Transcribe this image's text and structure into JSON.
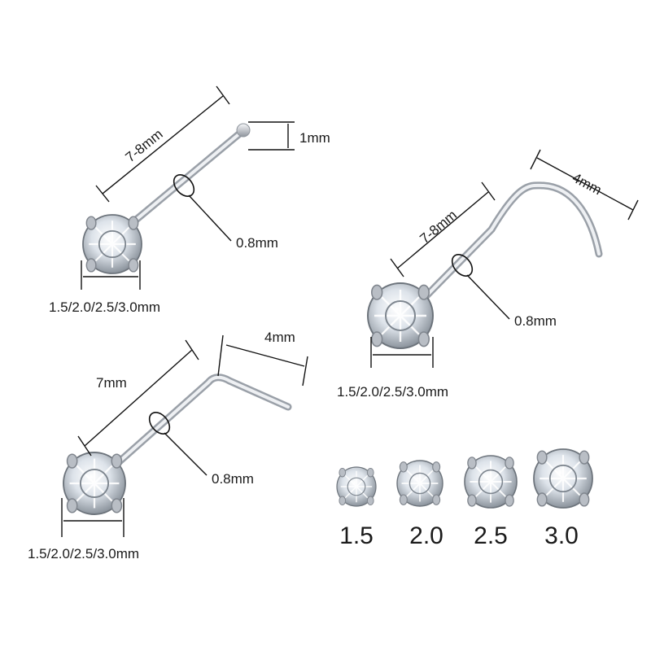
{
  "stud_straight": {
    "length": "7-8mm",
    "head": "1mm",
    "gauge": "0.8mm",
    "gem": "1.5/2.0/2.5/3.0mm"
  },
  "stud_screw": {
    "length": "7-8mm",
    "curve": "4mm",
    "gauge": "0.8mm",
    "gem": "1.5/2.0/2.5/3.0mm"
  },
  "stud_lshape": {
    "length": "7mm",
    "bend": "4mm",
    "gauge": "0.8mm",
    "gem": "1.5/2.0/2.5/3.0mm"
  },
  "gem_sizes": [
    "1.5",
    "2.0",
    "2.5",
    "3.0"
  ],
  "colors": {
    "metal": "#c9ccd1",
    "metal_dark": "#9aa0a8",
    "line": "#111111",
    "crystal": "#dfe6ee"
  }
}
